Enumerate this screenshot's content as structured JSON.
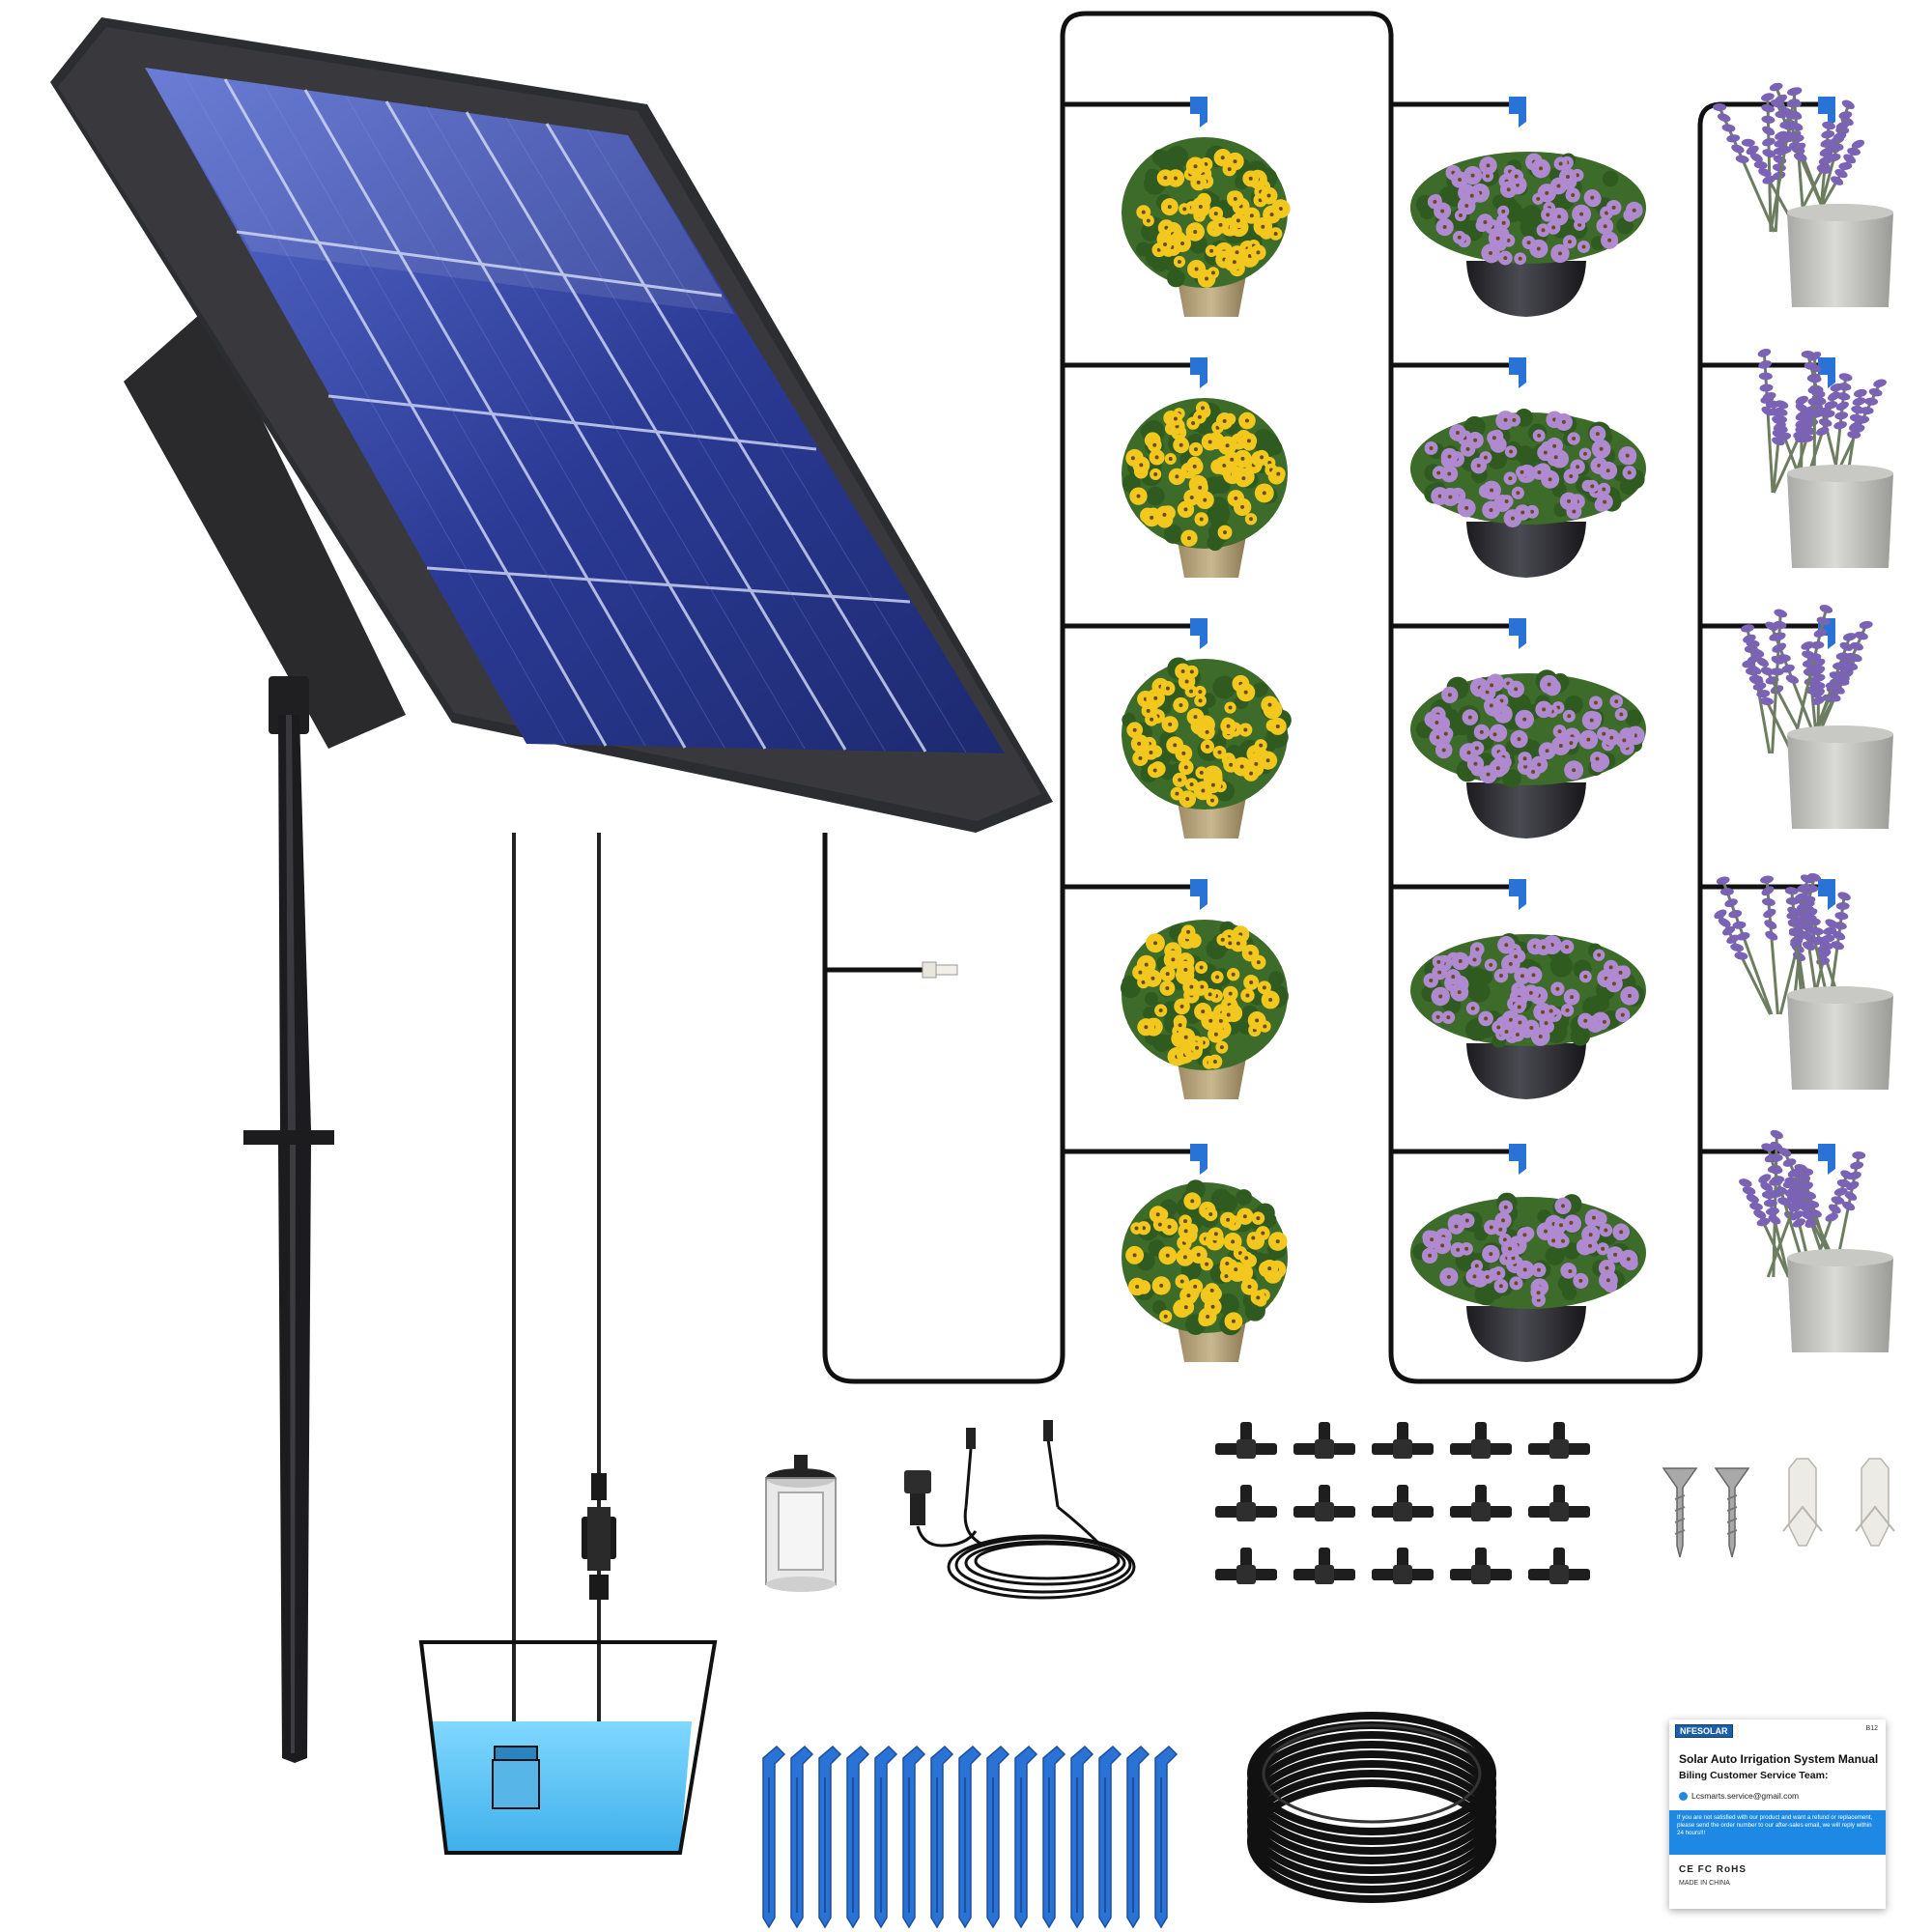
{
  "manual": {
    "brand": "NFESOLAR",
    "code": "B12",
    "title": "Solar Auto Irrigation System Manual",
    "team": "Biling Customer Service Team:",
    "email": "Lcsmarts.service@gmail.com",
    "notice": "If you are not satisfied with our product and want a refund or replacement, please send the order number to our after-sales email, we will reply within 24 hours!!!",
    "certs": "CE FC RoHS",
    "made_in": "MADE IN CHINA"
  },
  "colors": {
    "panel_frame": "#2c2d30",
    "panel_cell": "#2f3f8c",
    "tube": "#111111",
    "dripper_blue": "#2a73d6",
    "water": "#5fc8f5",
    "yellow_flower": "#f2c81e",
    "purple_flower": "#b08ad0",
    "lavender": "#7a62b4",
    "foliage": "#3d6b2a"
  },
  "icons": [
    "solar-panel",
    "ground-stake",
    "water-pump",
    "water-tank",
    "filter",
    "power-cable",
    "tee-connector",
    "screw",
    "wall-anchor",
    "drip-stake",
    "tubing-coil",
    "manual"
  ]
}
